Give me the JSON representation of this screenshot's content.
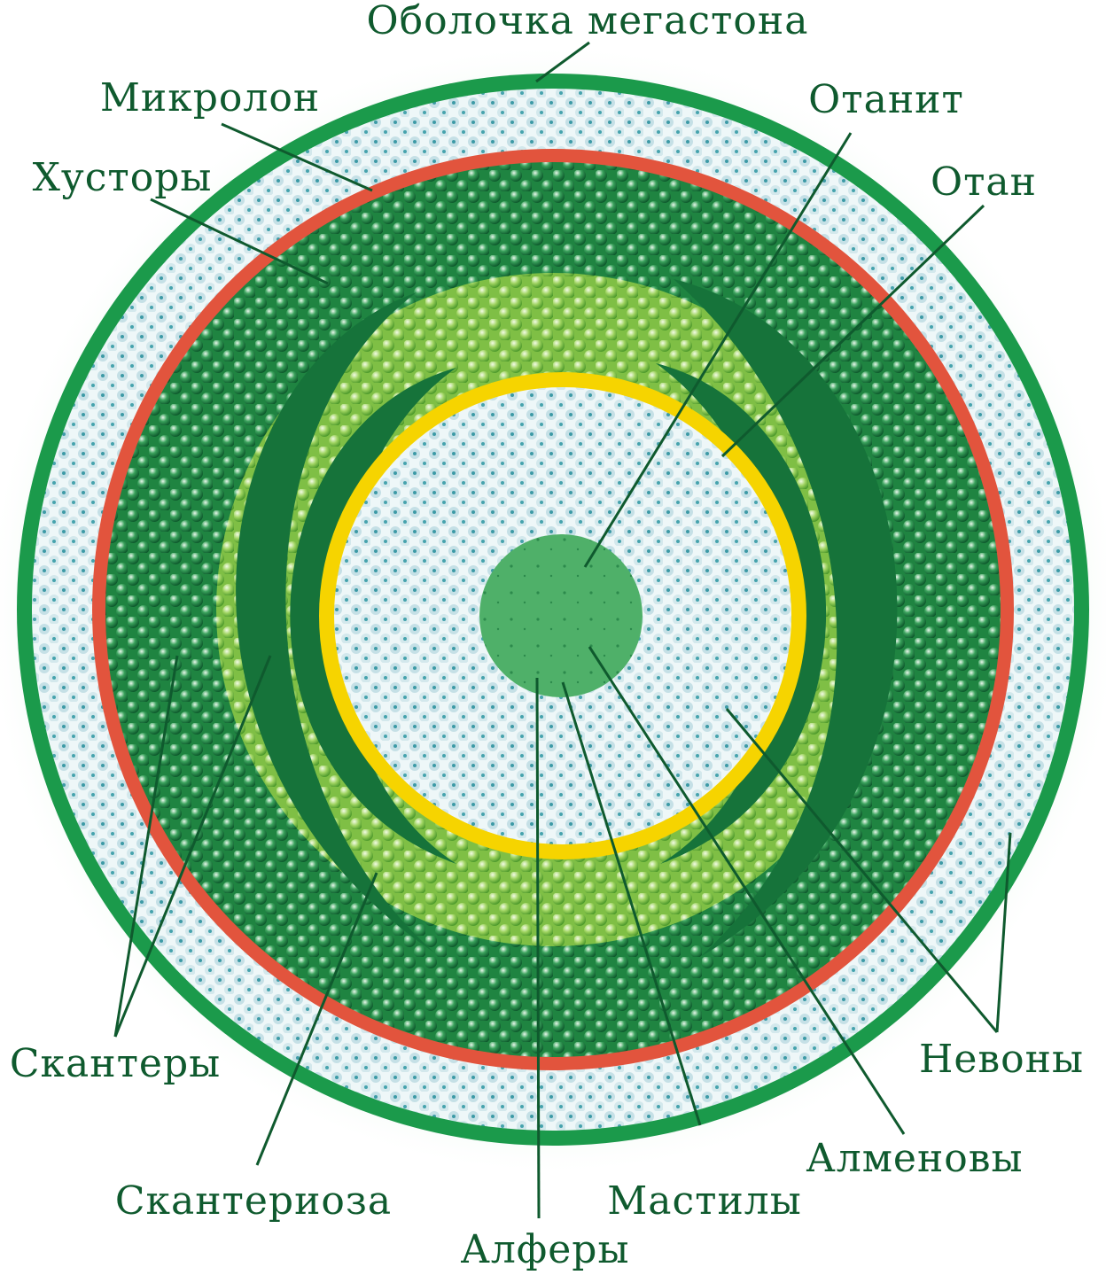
{
  "labels": {
    "megaston_shell": "Оболочка мегастона",
    "mikrolon": "Микролон",
    "otanit": "Отанит",
    "hustory": "Хусторы",
    "otan": "Отан",
    "skantery": "Скантеры",
    "nevony": "Невоны",
    "almenovy": "Алменовы",
    "skanterioza": "Скантериоза",
    "mastily": "Мастилы",
    "alfery": "Алферы"
  },
  "colors": {
    "shell": "#1b9a4b",
    "outer_dots": "#d6ebef",
    "red_band": "#e2543d",
    "dark_green": "#16733a",
    "green_band": "#2d9346",
    "light_green": "#8fca4f",
    "yellow_ring": "#f6d400",
    "inner_dots": "#cfe5ea",
    "core": "#4fb069",
    "label_text": "#0f5a2e"
  }
}
